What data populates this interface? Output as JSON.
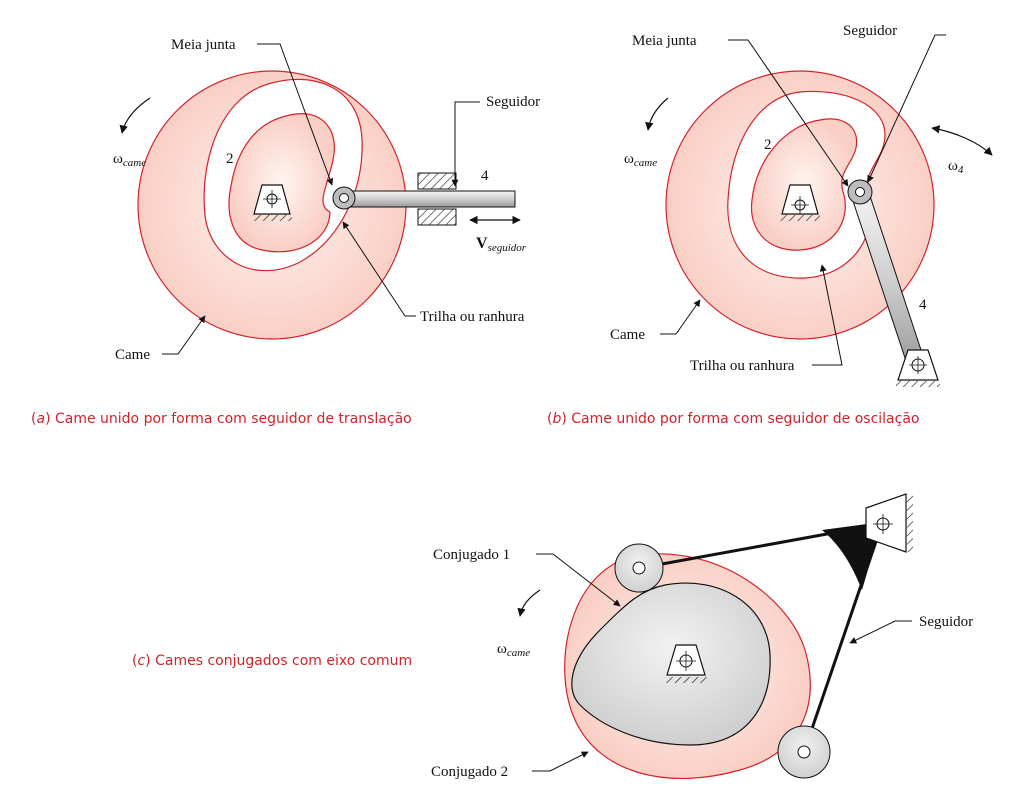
{
  "panel_a": {
    "label_half_joint": "Meia junta",
    "label_follower": "Seguidor",
    "label_omega": "ω",
    "label_omega_sub": "came",
    "label_cam_number": "2",
    "label_follower_number": "4",
    "label_velocity": "V",
    "label_velocity_sub": "seguidor",
    "label_track": "Trilha ou ranhura",
    "label_cam": "Came",
    "caption_letter": "a",
    "caption_text": " Came unido por forma com seguidor de translação"
  },
  "panel_b": {
    "label_half_joint": "Meia junta",
    "label_follower": "Seguidor",
    "label_omega": "ω",
    "label_omega_sub": "came",
    "label_omega4": "ω",
    "label_omega4_sub": "4",
    "label_cam_number": "2",
    "label_follower_number": "4",
    "label_track": "Trilha ou ranhura",
    "label_cam": "Came",
    "caption_letter": "b",
    "caption_text": " Came unido por forma com seguidor de oscilação"
  },
  "panel_c": {
    "label_conj1": "Conjugado 1",
    "label_conj2": "Conjugado 2",
    "label_follower": "Seguidor",
    "label_omega": "ω",
    "label_omega_sub": "came",
    "caption_letter": "c",
    "caption_text": " Cames conjugados com eixo comum"
  },
  "colors": {
    "cam_fill": "#fbd8d0",
    "cam_stroke": "#d2222a",
    "caption": "#d2222a",
    "part_fill": "#e6e6e6",
    "line": "#111111"
  }
}
